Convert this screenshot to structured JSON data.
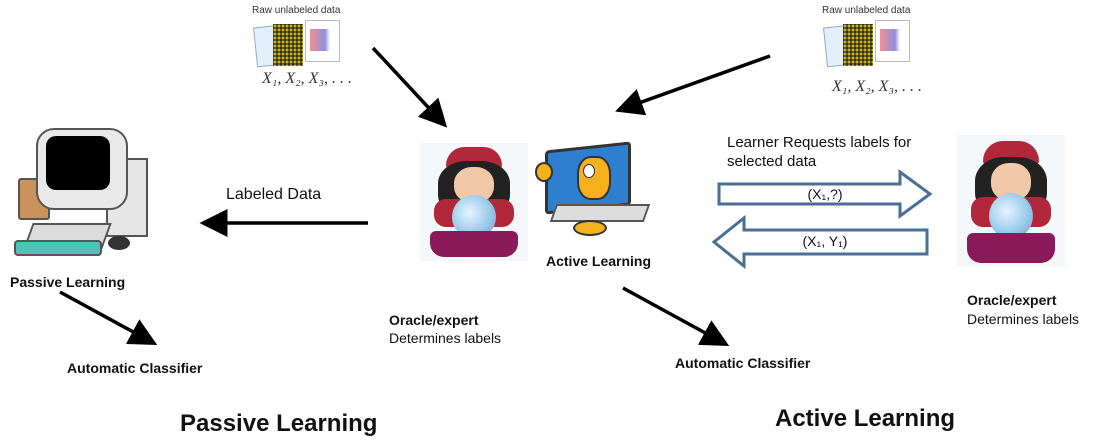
{
  "raw_data_left": {
    "caption": "Raw unlabeled data",
    "math": "X₁, X₂, X₃, . . ."
  },
  "raw_data_right": {
    "caption": "Raw unlabeled data",
    "math": "X₁, X₂, X₃, . . ."
  },
  "passive": {
    "computer_label": "Passive Learning",
    "labeled_data": "Labeled Data",
    "classifier": "Automatic Classifier",
    "section_title": "Passive Learning"
  },
  "active": {
    "computer_label": "Active Learning",
    "oracle_title": "Oracle/expert",
    "oracle_desc": "Determines labels",
    "classifier": "Automatic Classifier",
    "section_title": "Active Learning",
    "request_text": "Learner Requests labels for selected data",
    "request_line1": "Learner Requests labels for",
    "request_line2": "selected data",
    "query_arrow": "(X₁,?)",
    "answer_arrow": "(X₁, Y₁)",
    "right_oracle_title": "Oracle/expert",
    "right_oracle_desc": "Determines labels"
  },
  "colors": {
    "arrow_outline": "#4a6f96",
    "arrow": "#000000",
    "crystal_ball_cloth": "#8b1a5a",
    "oracle_scarf": "#b0283a",
    "mascot_skin": "#f4b11d",
    "mascot_screen": "#2f7fd0",
    "keyboard_tray": "#4fc2b8"
  }
}
